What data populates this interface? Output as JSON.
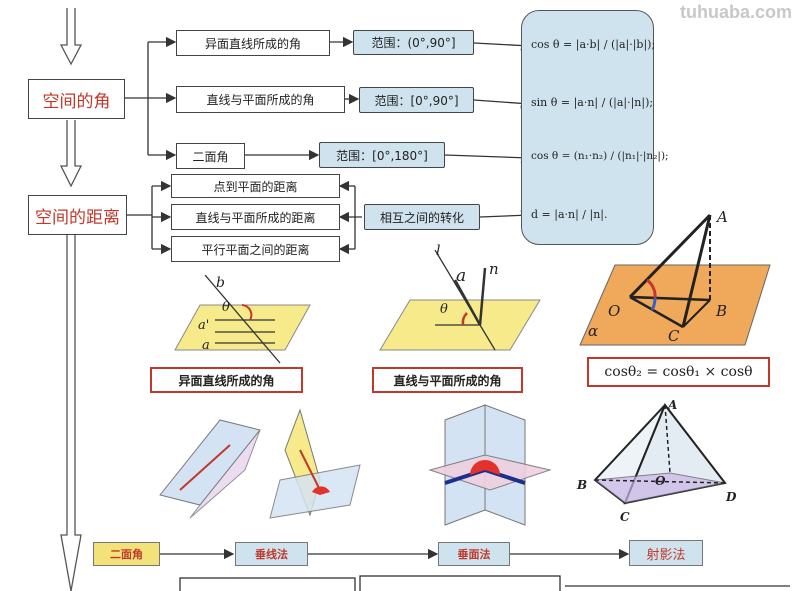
{
  "watermark": "tuhuaba.com",
  "categories": {
    "angle": "空间的角",
    "distance": "空间的距离"
  },
  "angle_items": [
    {
      "label": "异面直线所成的角",
      "range": "范围：(0°,90°]"
    },
    {
      "label": "直线与平面所成的角",
      "range": "范围：[0°,90°]"
    },
    {
      "label": "二面角",
      "range": "范围：[0°,180°]"
    }
  ],
  "distance_items": [
    "点到平面的距离",
    "直线与平面所成的距离",
    "平行平面之间的距离"
  ],
  "conversion_label": "相互之间的转化",
  "formulas": {
    "f1": "cos θ = |a·b| / (|a|·|b|);",
    "f2": "sin θ = |a·n| / (|a|·|n|);",
    "f3": "cos θ = (n₁·n₂) / (|n₁|·|n₂|);",
    "f4": "d = |a·n| / |n|."
  },
  "captions": {
    "skew": "异面直线所成的角",
    "line_plane": "直线与平面所成的角",
    "cos_rel": "cosθ₂ = cosθ₁ × cosθ"
  },
  "figure_labels": {
    "b": "b",
    "theta": "θ",
    "a_prime": "a'",
    "a": "a",
    "l": "l",
    "vec_a": "a",
    "vec_n": "n",
    "A": "A",
    "B": "B",
    "C": "C",
    "O": "O",
    "alpha": "α",
    "A2": "A",
    "B2": "B",
    "C2": "C",
    "D2": "D",
    "O2": "O"
  },
  "methods": {
    "dihedral": "二面角",
    "perp_line": "垂线法",
    "perp_plane": "垂面法",
    "projection": "射影法"
  },
  "colors": {
    "red": "#c0392b",
    "panel": "#cfe3ee",
    "plane_yellow": "#f7ea8a",
    "plane_orange": "#f0a95b"
  }
}
